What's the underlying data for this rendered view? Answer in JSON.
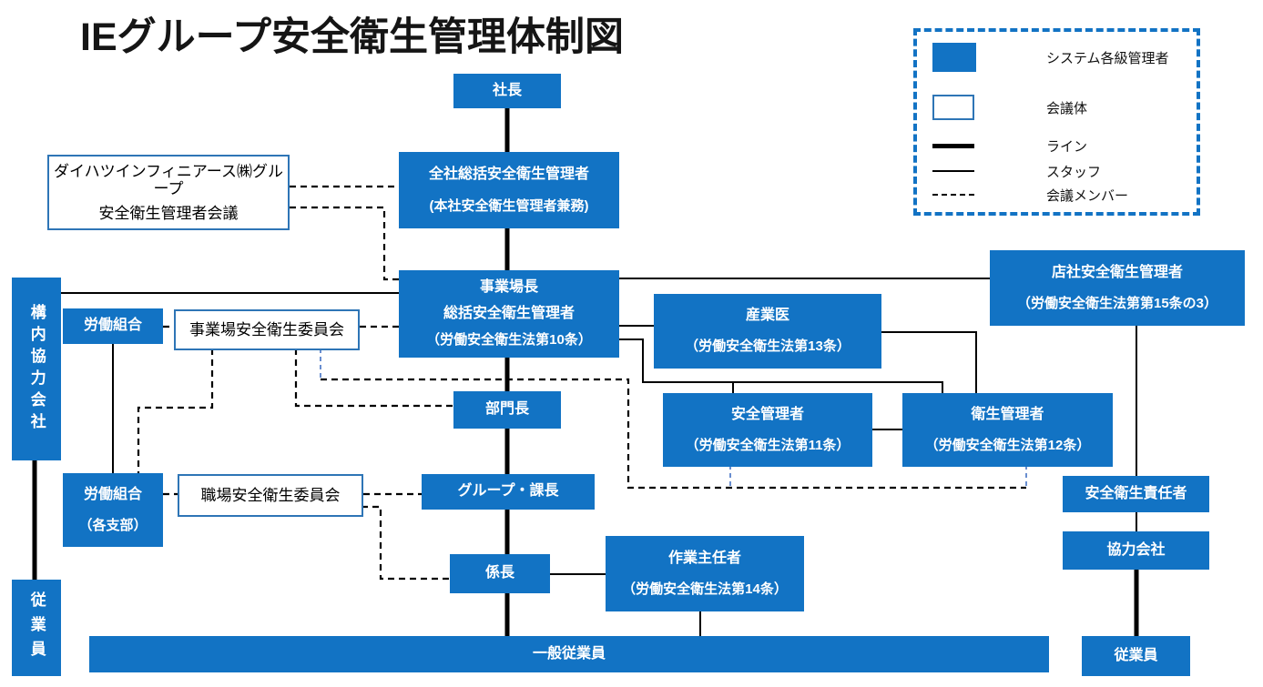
{
  "title": "IEグループ安全衛生管理体制図",
  "colors": {
    "node_blue": "#1273c4",
    "committee_border_blue": "#2e75b6",
    "member_dash_blue": "#4472c4",
    "line_black": "#000000"
  },
  "legend": {
    "items": [
      {
        "swatch": "filled-box",
        "label": "システム各級管理者"
      },
      {
        "swatch": "outline-box",
        "label": "会議体"
      },
      {
        "swatch": "thick-line",
        "label": "ライン"
      },
      {
        "swatch": "thin-line",
        "label": "スタッフ"
      },
      {
        "swatch": "dashed-line",
        "label": "会議メンバー"
      }
    ]
  },
  "nodes": {
    "president": {
      "line1": "社長"
    },
    "company_safety_manager": {
      "line1": "全社総括安全衛生管理者",
      "line2": "(本社安全衛生管理者兼務)"
    },
    "daihatsu_meeting": {
      "line1": "ダイハツインフィニアース㈱グループ",
      "line2": "安全衛生管理者会議"
    },
    "site_head": {
      "line1": "事業場長",
      "line2": "総括安全衛生管理者",
      "line3": "（労働安全衛生法第10条）"
    },
    "tensha_manager": {
      "line1": "店社安全衛生管理者",
      "line2": "（労働安全衛生法第第15条の3）"
    },
    "sangyoi": {
      "line1": "産業医",
      "line2": "（労働安全衛生法第13条）"
    },
    "anzen_kanrisha": {
      "line1": "安全管理者",
      "line2": "（労働安全衛生法第11条）"
    },
    "eisei_kanrisha": {
      "line1": "衛生管理者",
      "line2": "（労働安全衛生法第12条）"
    },
    "bumoncho": {
      "line1": "部門長"
    },
    "group_kacho": {
      "line1": "グループ・課長"
    },
    "kakaricho": {
      "line1": "係長"
    },
    "sagyo_shuninsha": {
      "line1": "作業主任者",
      "line2": "（労働安全衛生法第14条）"
    },
    "ippan_jugyoin": {
      "line1": "一般従業員"
    },
    "konai_kyoryoku_gaisha": {
      "line1": "構内協力会社"
    },
    "rodo_kumiai": {
      "line1": "労働組合"
    },
    "rodo_kumiai_shibu": {
      "line1": "労働組合",
      "line2": "（各支部）"
    },
    "jugyoin_left": {
      "line1": "従業員"
    },
    "jigyoba_iinkai": {
      "line1": "事業場安全衛生委員会"
    },
    "shokuba_iinkai": {
      "line1": "職場安全衛生委員会"
    },
    "anzen_eisei_sekininsha": {
      "line1": "安全衛生責任者"
    },
    "kyoryoku_gaisha": {
      "line1": "協力会社"
    },
    "jugyoin_right": {
      "line1": "従業員"
    }
  }
}
